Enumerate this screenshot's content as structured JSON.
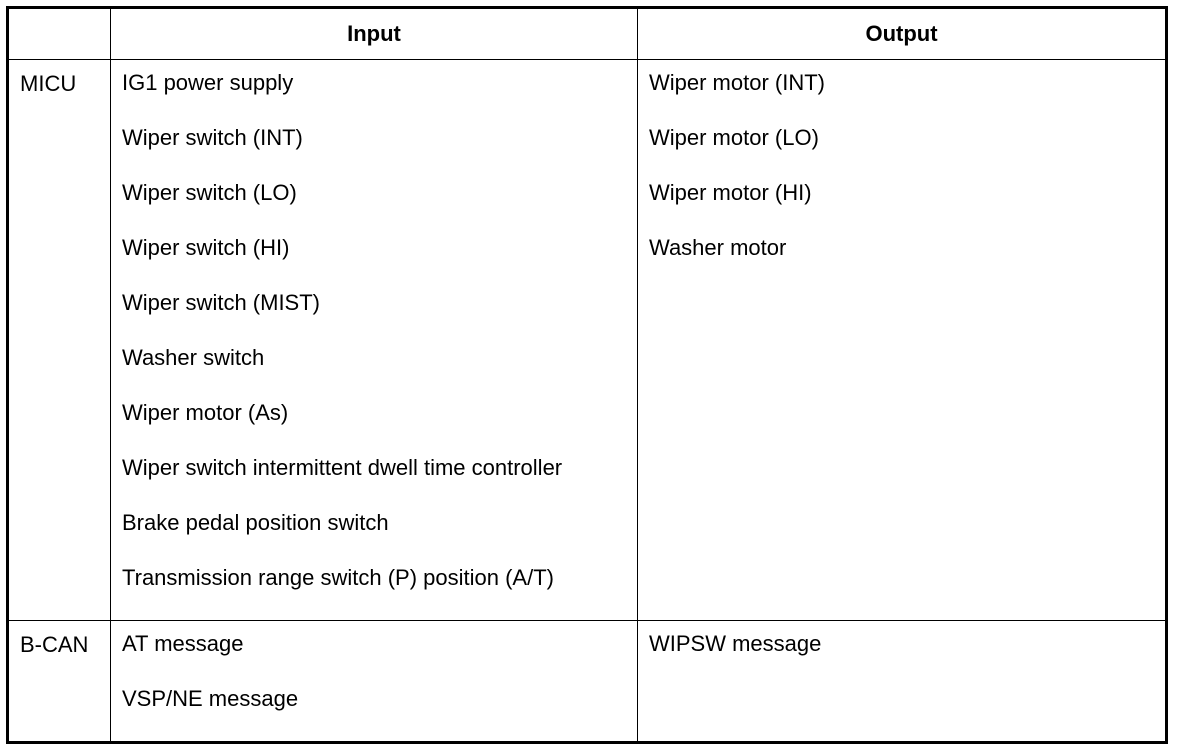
{
  "table": {
    "headers": {
      "unit": "",
      "input": "Input",
      "output": "Output"
    },
    "rows": [
      {
        "unit": "MICU",
        "inputs": [
          "IG1 power supply",
          "Wiper switch (INT)",
          "Wiper switch (LO)",
          "Wiper switch (HI)",
          "Wiper switch (MIST)",
          "Washer switch",
          "Wiper motor (As)",
          "Wiper switch intermittent dwell time controller",
          "Brake pedal position switch",
          "Transmission range switch (P) position (A/T)"
        ],
        "outputs": [
          "Wiper motor (INT)",
          "Wiper motor (LO)",
          "Wiper motor (HI)",
          "Washer motor"
        ]
      },
      {
        "unit": "B-CAN",
        "inputs": [
          "AT message",
          "VSP/NE message"
        ],
        "outputs": [
          "WIPSW message"
        ]
      }
    ]
  }
}
